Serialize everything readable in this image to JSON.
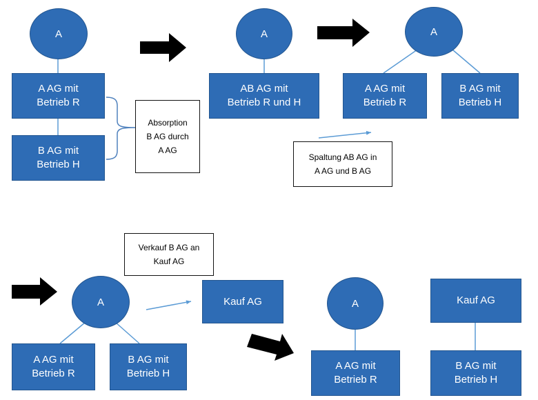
{
  "diagram": {
    "node_circle_label": "A",
    "a_ag_betrieb_r": "A AG mit\nBetrieb R",
    "b_ag_betrieb_h": "B AG mit\nBetrieb H",
    "ab_ag_betrieb_rh": "AB AG mit\nBetrieb R und H",
    "kauf_ag": "Kauf AG",
    "note_absorption": "Absorption\nB AG durch\nA AG",
    "note_spaltung": "Spaltung AB AG in\nA AG und B AG",
    "note_verkauf": "Verkauf B AG an\nKauf AG"
  },
  "colors": {
    "box_fill": "#2e6cb5",
    "connector": "#5b9bd5",
    "arrow": "#000000"
  }
}
